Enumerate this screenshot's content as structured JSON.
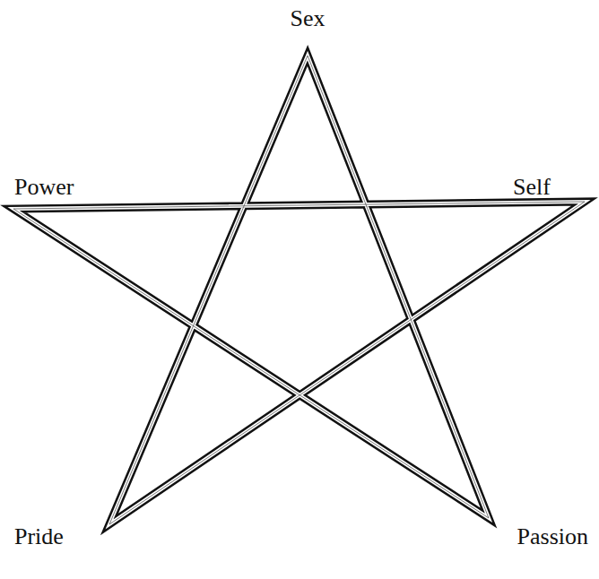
{
  "diagram": {
    "labels": [
      "Sex",
      "Power",
      "Self",
      "Pride",
      "Passion"
    ]
  }
}
